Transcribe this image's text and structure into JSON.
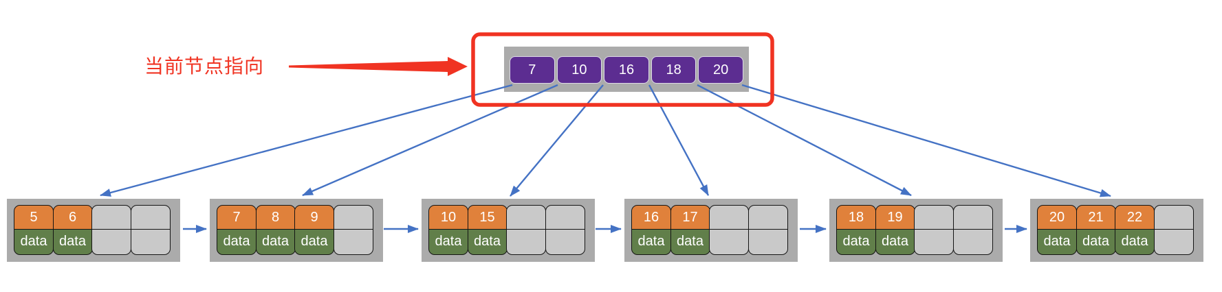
{
  "diagram": {
    "type": "b-plus-tree-index",
    "annotation": {
      "label": "当前节点指向"
    },
    "root_node": {
      "keys": [
        "7",
        "10",
        "16",
        "18",
        "20"
      ]
    },
    "leaves": [
      {
        "keys": [
          "5",
          "6"
        ]
      },
      {
        "keys": [
          "7",
          "8",
          "9"
        ]
      },
      {
        "keys": [
          "10",
          "15"
        ]
      },
      {
        "keys": [
          "16",
          "17"
        ]
      },
      {
        "keys": [
          "18",
          "19"
        ]
      },
      {
        "keys": [
          "20",
          "21",
          "22"
        ]
      }
    ],
    "data_cell_label": "data",
    "slots_per_leaf": 4,
    "colors": {
      "key_cell": "#E0813B",
      "data_cell": "#617F4A",
      "empty_cell": "#C9C9C9",
      "node_container": "#ABABAB",
      "root_cell": "#5C2D91",
      "arrow": "#4472C4",
      "highlight": "#F03322",
      "cell_text": "#FFFFFF"
    }
  }
}
